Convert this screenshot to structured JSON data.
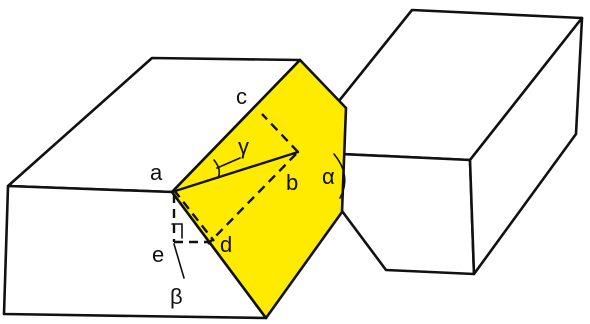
{
  "colors": {
    "plane_fill": "#ffeb00",
    "line": "#111111",
    "background": "#ffffff"
  },
  "labels": {
    "a": "a",
    "b": "b",
    "c": "c",
    "d": "d",
    "e": "e",
    "alpha": "α",
    "beta": "β",
    "gamma": "γ"
  }
}
